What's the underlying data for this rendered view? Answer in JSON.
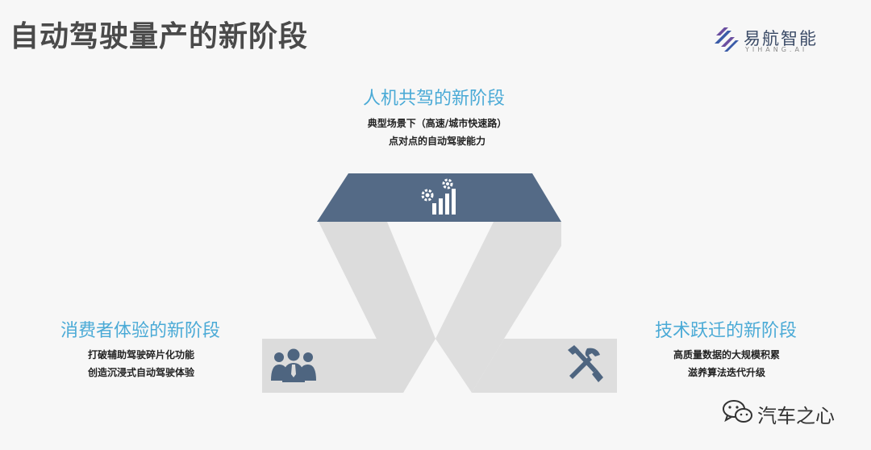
{
  "page": {
    "title": "自动驾驶量产的新阶段"
  },
  "logo": {
    "name": "易航智能",
    "subtitle": "YIHANG.AI",
    "colors": {
      "blue": "#3a5ba8",
      "purple": "#6b4fa0"
    }
  },
  "stages": {
    "top": {
      "title": "人机共驾的新阶段",
      "lines": [
        "典型场景下（高速/城市快速路）",
        "点对点的自动驾驶能力"
      ],
      "icon": "gears-bar-chart-icon"
    },
    "left": {
      "title": "消费者体验的新阶段",
      "lines": [
        "打破辅助驾驶碎片化功能",
        "创造沉浸式自动驾驶体验"
      ],
      "icon": "people-group-icon"
    },
    "right": {
      "title": "技术跃迁的新阶段",
      "lines": [
        "高质量数据的大规模积累",
        "滋养算法迭代升级"
      ],
      "icon": "wrench-hammer-icon"
    }
  },
  "colors": {
    "title_blue": "#4aaad6",
    "trapezoid": "#546a86",
    "gray_shape": "#dcdcdc"
  },
  "watermark": {
    "text": "汽车之心",
    "icon": "wechat-icon"
  }
}
